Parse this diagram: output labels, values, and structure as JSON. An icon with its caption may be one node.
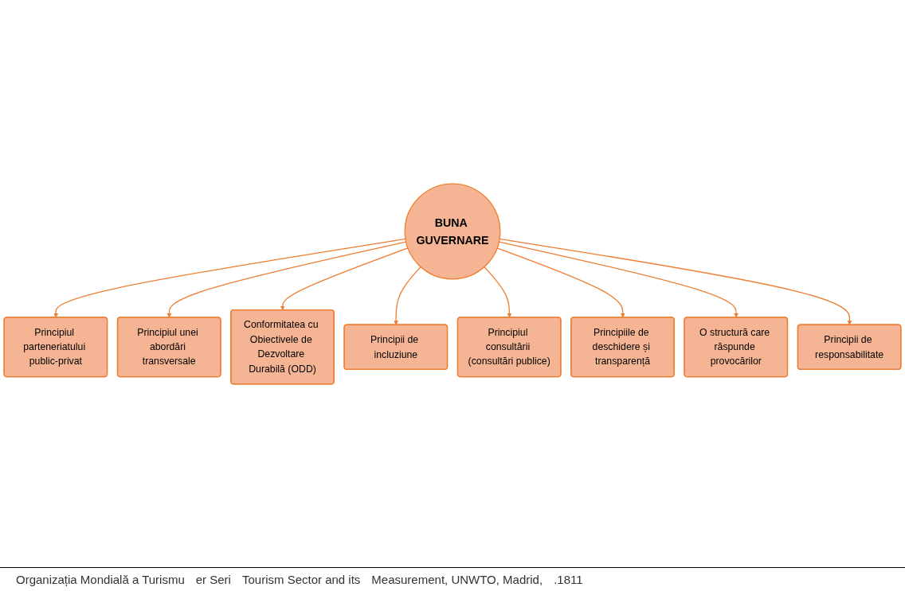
{
  "diagram": {
    "nodes": [
      {
        "text": [
          "BUNA GUVERNARE"
        ]
      },
      {
        "text": [
          "Principiul parteneriatului public-privat"
        ]
      },
      {
        "text": [
          "Principiul unei abordări transversale"
        ]
      },
      {
        "text": [
          "Conformitatea cu Obiectivele de Dezvoltare Durabilă (ODD)"
        ]
      },
      {
        "text": [
          "Principii de incluziune"
        ]
      },
      {
        "text": [
          "Principiul consultării (consultări publice)"
        ]
      },
      {
        "text": [
          "Principiile de deschidere și transparență"
        ]
      },
      {
        "text": [
          "O structură care răspunde provocărilor"
        ]
      },
      {
        "text": [
          "Principii de responsabilitate"
        ]
      }
    ],
    "edges": [
      {
        "from": 0,
        "to": 1,
        "arrow": "to"
      },
      {
        "from": 0,
        "to": 2,
        "arrow": "to"
      },
      {
        "from": 0,
        "to": 3,
        "arrow": "to"
      },
      {
        "from": 0,
        "to": 4,
        "arrow": "to"
      },
      {
        "from": 0,
        "to": 5,
        "arrow": "to"
      },
      {
        "from": 0,
        "to": 6,
        "arrow": "to"
      },
      {
        "from": 0,
        "to": 7,
        "arrow": "to"
      },
      {
        "from": 0,
        "to": 8,
        "arrow": "to"
      }
    ],
    "labels": [
      "Organizația Mondială a Turismu",
      "er Seri",
      "Tourism Sector and its",
      "Measurement, UNWTO, Madrid,",
      ".1811"
    ]
  }
}
